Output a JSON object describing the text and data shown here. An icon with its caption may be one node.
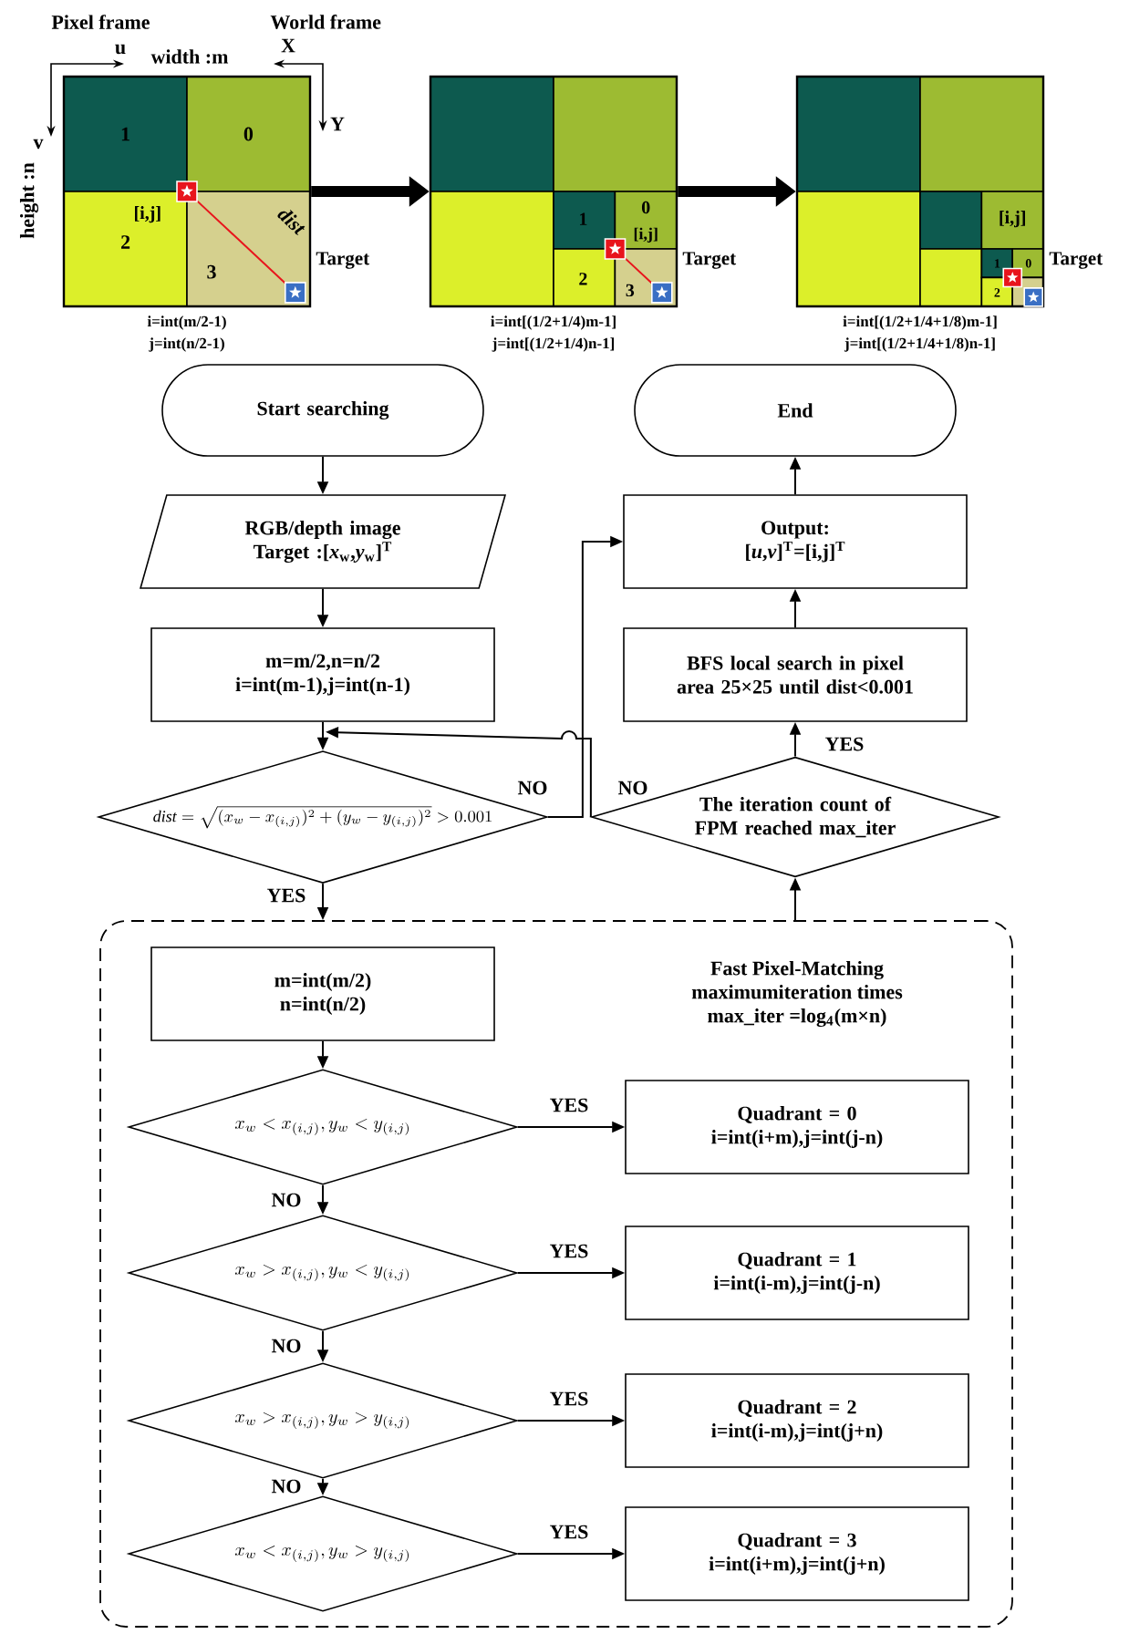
{
  "diagram": {
    "nodes": [
      {
        "text": [
          "1",
          "0",
          "2",
          "3",
          "[i,j]"
        ],
        "beside": [
          "Target",
          "i=int(m/2-1)",
          "j=int(n/2-1)"
        ]
      },
      {
        "text": [
          "1",
          "0",
          "[i,j]",
          "2",
          "3"
        ],
        "beside": [
          "Target",
          "i=int[(1/2+1/4)m-1]",
          "j=int[(1/2+1/4)n-1]"
        ]
      },
      {
        "text": [
          "[i,j]",
          "1",
          "0",
          "2"
        ],
        "beside": [
          "Target",
          "i=int[(1/2+1/4+1/8)m-1]",
          "j=int[(1/2+1/4+1/8)n-1]"
        ]
      },
      {
        "text": [
          "Start searching"
        ]
      },
      {
        "text": [
          "End"
        ]
      },
      {
        "text": [
          "RGB/depth image",
          "Target :[*x*$_{w}$,*y*$_{w}$]$^{T}$"
        ]
      },
      {
        "text": [
          "Output:",
          "[*u*,*v*]$^{T}$=[i,j]$^{T}$"
        ]
      },
      {
        "text": [
          "m=m/2,n=n/2",
          "i=int(m-1),j=int(n-1)"
        ]
      },
      {
        "text": [
          "BFS local search in pixel area 25×25 until dist<0.001"
        ]
      },
      {
        "text": [
          "\\mathit{dist}=\\sqrt{(x_{w}-x_{(i,j)})^{2}+(y_{w}-y_{(i,j)})^{2}}>0.001"
        ]
      },
      {
        "text": [
          "The iteration count of FPM reached max_iter"
        ]
      },
      {
        "text": [
          "Fast Pixel-Matching",
          "maximumiteration times",
          "max_iter =log$_{4}$(m×n)"
        ]
      },
      {
        "text": [
          "m=int(m/2)",
          "n=int(n/2)"
        ],
        "in": 11
      },
      {
        "text": [
          "x_{w}<x_{(i,j)},y_{w}<y_{(i,j)}"
        ],
        "in": 11
      },
      {
        "text": [
          "Quadrant = 0",
          "i=int(i+m),j=int(j-n)"
        ],
        "in": 11
      },
      {
        "text": [
          "x_{w}>x_{(i,j)},y_{w}<y_{(i,j)}"
        ],
        "in": 11
      },
      {
        "text": [
          "Quadrant = 1",
          "i=int(i-m),j=int(j-n)"
        ],
        "in": 11
      },
      {
        "text": [
          "x_{w}>x_{(i,j)},y_{w}>y_{(i,j)}"
        ],
        "in": 11
      },
      {
        "text": [
          "Quadrant = 2",
          "i=int(i-m),j=int(j+n)"
        ],
        "in": 11
      },
      {
        "text": [
          "x_{w}<x_{(i,j)},y_{w}>y_{(i,j)}"
        ],
        "in": 11
      },
      {
        "text": [
          "Quadrant = 3",
          "i=int(i+m),j=int(j+n)"
        ],
        "in": 11
      }
    ],
    "edges": [
      {
        "from": 0,
        "to": 1,
        "arrow": "to",
        "style": "thick"
      },
      {
        "from": 1,
        "to": 2,
        "arrow": "to",
        "style": "thick"
      },
      {
        "from": 3,
        "to": 5,
        "arrow": "to"
      },
      {
        "from": 5,
        "to": 7,
        "arrow": "to"
      },
      {
        "from": 7,
        "to": 9,
        "arrow": "to"
      },
      {
        "from": 9,
        "to": 6,
        "arrow": "to",
        "label": "NO"
      },
      {
        "from": 9,
        "to": 11,
        "arrow": "to",
        "label": "YES"
      },
      {
        "from": 11,
        "to": 10,
        "arrow": "to"
      },
      {
        "from": 10,
        "to": 9,
        "arrow": "to",
        "label": "NO"
      },
      {
        "from": 10,
        "to": 8,
        "arrow": "to",
        "label": "YES"
      },
      {
        "from": 8,
        "to": 6,
        "arrow": "to"
      },
      {
        "from": 6,
        "to": 4,
        "arrow": "to"
      },
      {
        "from": 12,
        "to": 13,
        "arrow": "to"
      },
      {
        "from": 13,
        "to": 14,
        "arrow": "to",
        "label": "YES"
      },
      {
        "from": 13,
        "to": 15,
        "arrow": "to",
        "label": "NO"
      },
      {
        "from": 15,
        "to": 16,
        "arrow": "to",
        "label": "YES"
      },
      {
        "from": 15,
        "to": 17,
        "arrow": "to",
        "label": "NO"
      },
      {
        "from": 17,
        "to": 18,
        "arrow": "to",
        "label": "YES"
      },
      {
        "from": 17,
        "to": 19,
        "arrow": "to",
        "label": "NO"
      },
      {
        "from": 19,
        "to": 20,
        "arrow": "to",
        "label": "YES"
      }
    ],
    "labels": [
      "Pixel frame",
      "World frame",
      "u",
      "width :m",
      "X",
      "v",
      "Y",
      "height :n",
      "dist"
    ]
  }
}
